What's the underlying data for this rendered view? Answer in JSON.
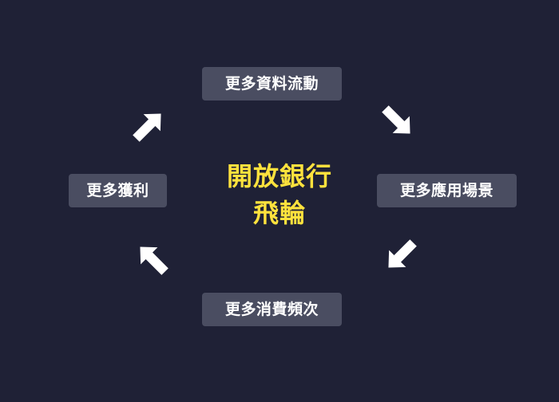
{
  "diagram": {
    "center": {
      "line1": "開放銀行",
      "line2": "飛輪"
    },
    "nodes": {
      "top": "更多資料流動",
      "right": "更多應用場景",
      "bottom": "更多消費頻次",
      "left": "更多獲利"
    },
    "colors": {
      "background": "#1f2136",
      "node_fill": "#4a4d61",
      "node_text": "#ffffff",
      "center_text": "#ffe23d",
      "arrow": "#ffffff"
    }
  }
}
